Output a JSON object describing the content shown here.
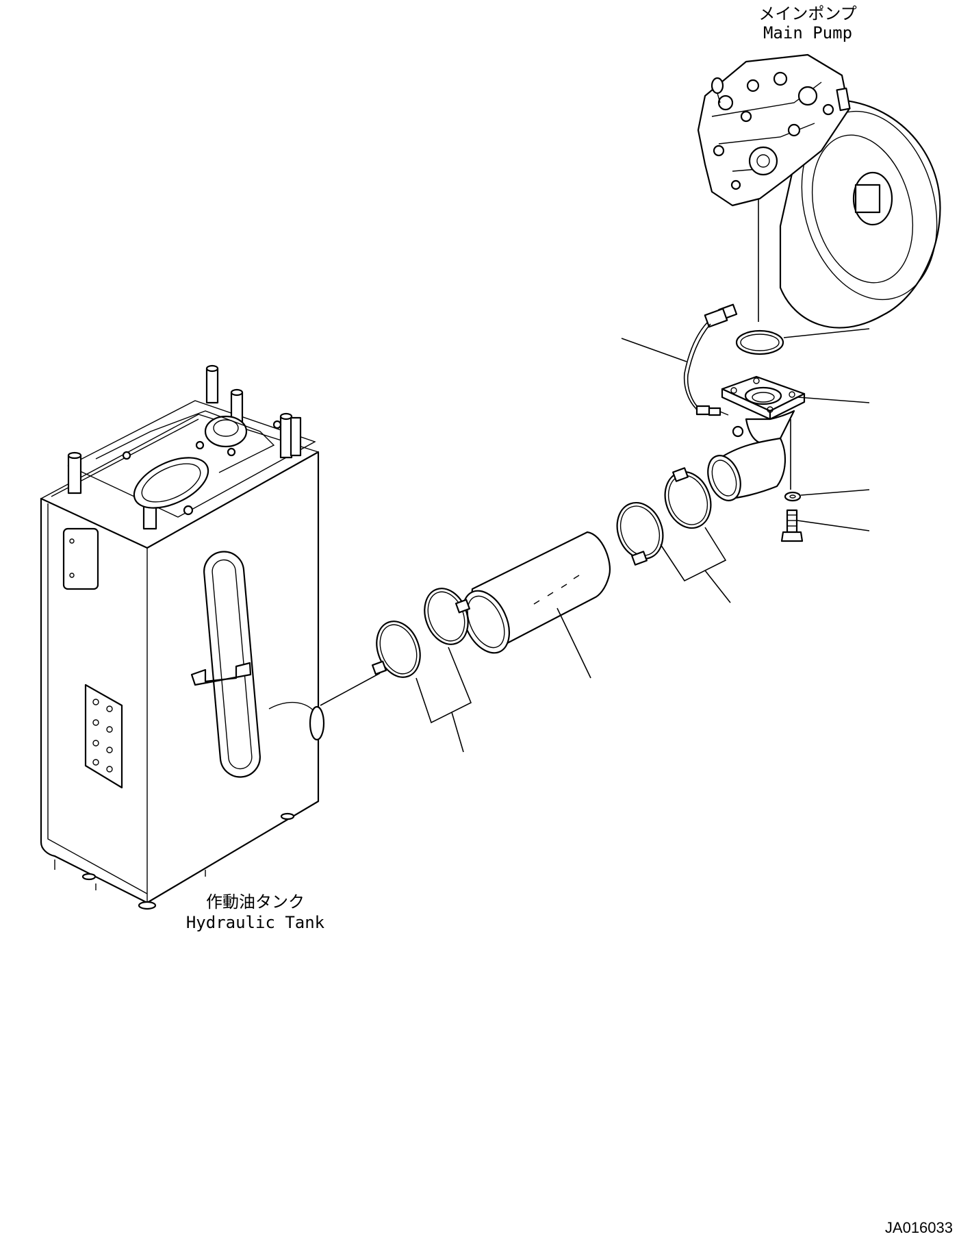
{
  "labels": {
    "main_pump_jp": "メインポンプ",
    "main_pump_en": "Main Pump",
    "tank_jp": "作動油タンク",
    "tank_en": "Hydraulic Tank",
    "drawing_id": "JA016033"
  }
}
